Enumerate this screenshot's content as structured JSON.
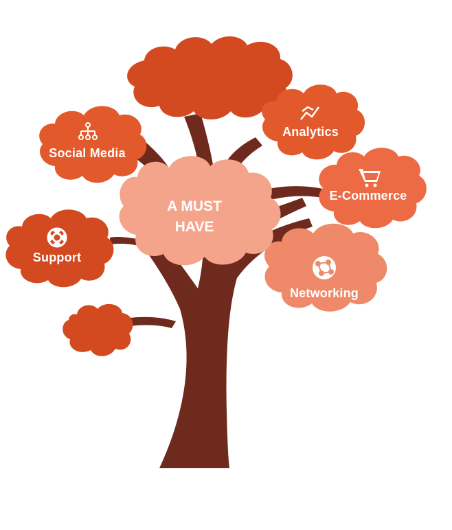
{
  "center": {
    "line1": "A MUST",
    "line2": "HAVE"
  },
  "nodes": {
    "social_media": "Social Media",
    "analytics": "Analytics",
    "ecommerce": "E-Commerce",
    "support": "Support",
    "networking": "Networking"
  },
  "icons": {
    "social_media": "hierarchy-icon",
    "analytics": "trend-line-icon",
    "ecommerce": "shopping-cart-icon",
    "support": "lifebuoy-icon",
    "networking": "globe-network-icon"
  },
  "colors": {
    "trunk": "#6e2a1c",
    "dark_orange": "#d44a20",
    "orange": "#e25a2c",
    "light_orange": "#ec6b45",
    "salmon": "#ee8a6a",
    "center_pink": "#f4a48b",
    "text": "#ffffff"
  }
}
